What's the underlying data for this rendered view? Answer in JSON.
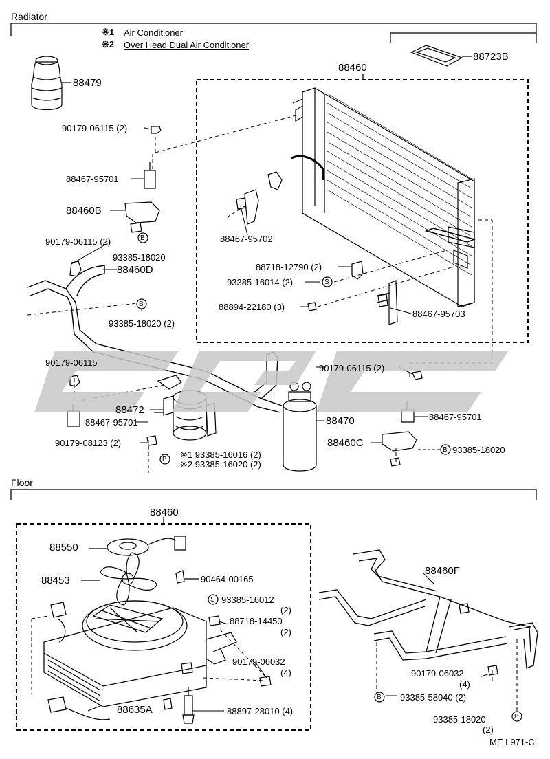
{
  "sections": {
    "radiator": "Radiator",
    "floor": "Floor"
  },
  "notes": [
    {
      "mark": "※1",
      "text": "Air Conditioner"
    },
    {
      "mark": "※2",
      "text": "Over Head Dual Air Conditioner"
    }
  ],
  "radiator_labels": {
    "p88479": "88479",
    "p88723b": "88723B",
    "p88460": "88460",
    "p90179_06115_2a": "90179-06115 (2)",
    "p88467_95701_a": "88467-95701",
    "p88460b": "88460B",
    "p90179_06115_2b": "90179-06115 (2)",
    "p93385_18020_a": "93385-18020",
    "p88460d": "88460D",
    "p93385_18020_2a": "93385-18020 (2)",
    "p88467_95702": "88467-95702",
    "p88718_12790": "88718-12790 (2)",
    "p93385_16014": "93385-16014 (2)",
    "p88894_22180": "88894-22180 (3)",
    "p88467_95703": "88467-95703",
    "p90179_06115_c": "90179-06115",
    "p90179_06115_2c": "90179-06115 (2)",
    "p88472": "88472",
    "p88467_95701_b": "88467-95701",
    "p88470": "88470",
    "p88467_95701_c": "88467-95701",
    "p90179_08123": "90179-08123 (2)",
    "p88460c": "88460C",
    "p93385_18020_b": "93385-18020",
    "p93385_16016": "※1 93385-16016 (2)",
    "p93385_16020": "※2 93385-16020 (2)"
  },
  "floor_labels": {
    "p88460": "88460",
    "p88550": "88550",
    "p88453": "88453",
    "p90464_00165": "90464-00165",
    "p93385_16012": "93385-16012",
    "p93385_16012_q": "(2)",
    "p88718_14450": "88718-14450",
    "p88718_14450_q": "(2)",
    "p90179_06032_a": "90179-06032",
    "p90179_06032_a_q": "(4)",
    "p88897_28010": "88897-28010 (4)",
    "p88635a": "88635A",
    "p88460f": "88460F",
    "p90179_06032_b": "90179-06032",
    "p90179_06032_b_q": "(4)",
    "p93385_58040": "93385-58040 (2)",
    "p93385_18020": "93385-18020",
    "p93385_18020_q": "(2)"
  },
  "symbols": {
    "bolt": "B",
    "screw": "S"
  },
  "footer": "ME L971-C",
  "colors": {
    "line": "#000000",
    "watermark": "#c8c8c8"
  }
}
